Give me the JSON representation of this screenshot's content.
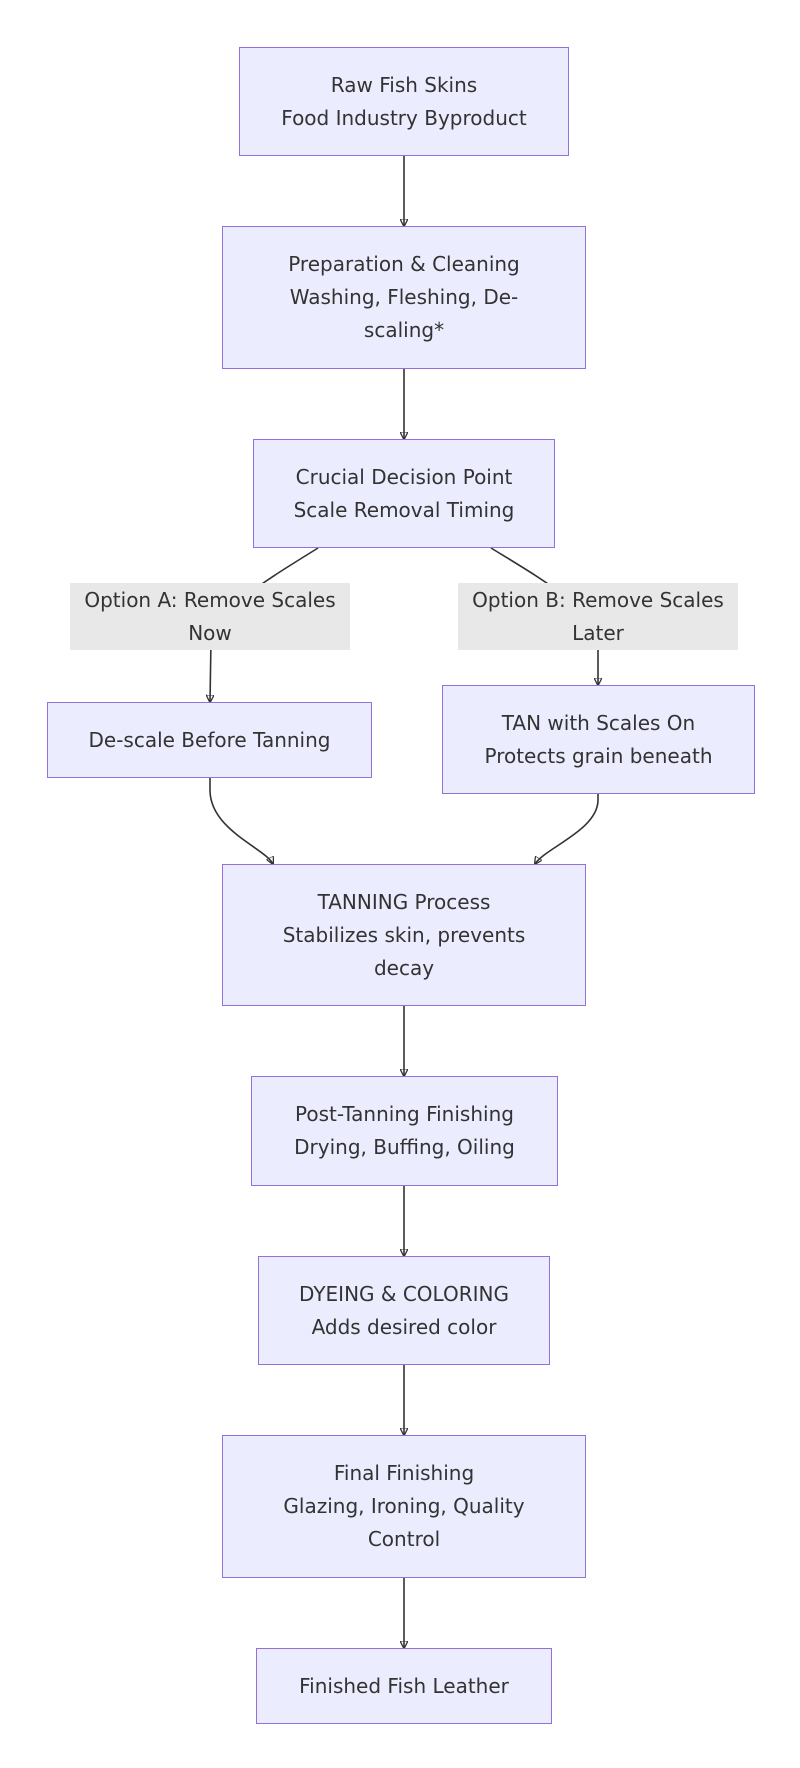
{
  "nodes": {
    "raw_skins": {
      "line1": "Raw Fish Skins",
      "line2": "Food Industry Byproduct"
    },
    "preparation": {
      "line1": "Preparation & Cleaning",
      "line2": "Washing, Fleshing, De-",
      "line3": "scaling*"
    },
    "decision": {
      "line1": "Crucial Decision Point",
      "line2": "Scale Removal Timing"
    },
    "descale": {
      "line1": "De-scale Before Tanning"
    },
    "tan_scales": {
      "line1": "TAN with Scales On",
      "line2": "Protects grain beneath"
    },
    "tanning": {
      "line1": "TANNING Process",
      "line2": "Stabilizes skin, prevents",
      "line3": "decay"
    },
    "post_tanning": {
      "line1": "Post-Tanning Finishing",
      "line2": "Drying, Buffing, Oiling"
    },
    "dyeing": {
      "line1": "DYEING & COLORING",
      "line2": "Adds desired color"
    },
    "final_finishing": {
      "line1": "Final Finishing",
      "line2": "Glazing, Ironing, Quality",
      "line3": "Control"
    },
    "finished": {
      "line1": "Finished Fish Leather"
    }
  },
  "edge_labels": {
    "option_a": {
      "line1": "Option A: Remove Scales",
      "line2": "Now"
    },
    "option_b": {
      "line1": "Option B: Remove Scales",
      "line2": "Later"
    }
  },
  "colors": {
    "node_fill": "#ECECFF",
    "node_border": "#9370DB",
    "edge": "#333333",
    "edge_label_bg": "#E8E8E8",
    "text": "#333333"
  }
}
